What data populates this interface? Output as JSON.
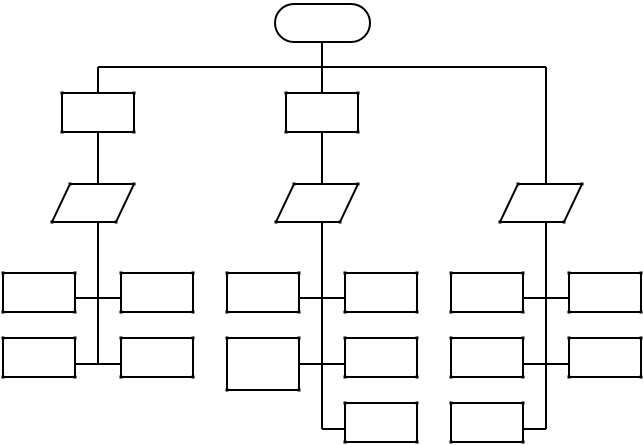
{
  "diagram": {
    "kind": "hierarchy-flowchart",
    "colors": {
      "stroke": "#000000",
      "fill": "#ffffff",
      "background": "#ffffff"
    },
    "nodes": [
      {
        "id": "root",
        "shape": "terminator",
        "parent": null,
        "label": ""
      },
      {
        "id": "process-1",
        "shape": "process",
        "parent": "root",
        "label": ""
      },
      {
        "id": "process-2",
        "shape": "process",
        "parent": "root",
        "label": ""
      },
      {
        "id": "data-1",
        "shape": "data",
        "parent": "process-1",
        "label": ""
      },
      {
        "id": "data-2",
        "shape": "data",
        "parent": "process-2",
        "label": ""
      },
      {
        "id": "data-3",
        "shape": "data",
        "parent": "root",
        "label": ""
      },
      {
        "id": "item-1-1",
        "shape": "process",
        "parent": "data-1",
        "label": ""
      },
      {
        "id": "item-1-2",
        "shape": "process",
        "parent": "data-1",
        "label": ""
      },
      {
        "id": "item-1-3",
        "shape": "process",
        "parent": "data-1",
        "label": ""
      },
      {
        "id": "item-1-4",
        "shape": "process",
        "parent": "data-1",
        "label": ""
      },
      {
        "id": "item-2-1",
        "shape": "process",
        "parent": "data-2",
        "label": ""
      },
      {
        "id": "item-2-2",
        "shape": "process",
        "parent": "data-2",
        "label": ""
      },
      {
        "id": "item-2-3",
        "shape": "process",
        "parent": "data-2",
        "label": ""
      },
      {
        "id": "item-2-4",
        "shape": "process",
        "parent": "data-2",
        "label": ""
      },
      {
        "id": "item-2-5",
        "shape": "process",
        "parent": "data-2",
        "label": ""
      },
      {
        "id": "item-3-1",
        "shape": "process",
        "parent": "data-3",
        "label": ""
      },
      {
        "id": "item-3-2",
        "shape": "process",
        "parent": "data-3",
        "label": ""
      },
      {
        "id": "item-3-3",
        "shape": "process",
        "parent": "data-3",
        "label": ""
      },
      {
        "id": "item-3-4",
        "shape": "process",
        "parent": "data-3",
        "label": ""
      },
      {
        "id": "item-3-5",
        "shape": "process",
        "parent": "data-3",
        "label": ""
      }
    ]
  }
}
